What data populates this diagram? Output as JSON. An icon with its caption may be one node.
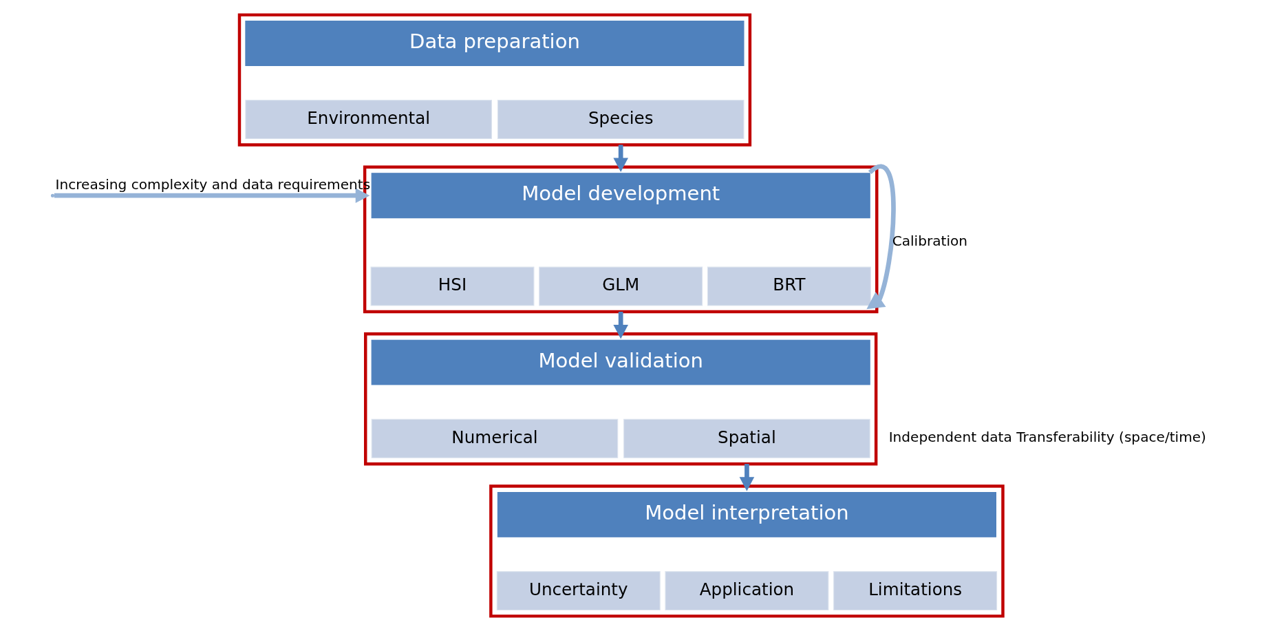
{
  "diagram": {
    "nodes": [
      {
        "text": [],
        "shape": "box"
      },
      {
        "text": [
          "Data preparation"
        ],
        "in": 0
      },
      {
        "text": [
          "Environmental"
        ],
        "in": 0
      },
      {
        "text": [
          "Species"
        ],
        "in": 0
      },
      {
        "text": [],
        "shape": "box"
      },
      {
        "text": [
          "Model development"
        ],
        "in": 4
      },
      {
        "text": [
          "HSI"
        ],
        "in": 4
      },
      {
        "text": [
          "GLM"
        ],
        "in": 4
      },
      {
        "text": [
          "BRT"
        ],
        "in": 4
      },
      {
        "text": [],
        "shape": "box"
      },
      {
        "text": [
          "Model validation"
        ],
        "in": 9
      },
      {
        "text": [
          "Numerical"
        ],
        "in": 9
      },
      {
        "text": [
          "Spatial"
        ],
        "in": 9
      },
      {
        "text": [],
        "shape": "box"
      },
      {
        "text": [
          "Model interpretation"
        ],
        "in": 13
      },
      {
        "text": [
          "Uncertainty"
        ],
        "in": 13
      },
      {
        "text": [
          "Application"
        ],
        "in": 13
      },
      {
        "text": [
          "Limitations"
        ],
        "in": 13
      }
    ],
    "edges": [
      {
        "from": 0,
        "to": 4,
        "arrow": "to"
      },
      {
        "from": 4,
        "to": 9,
        "arrow": "to"
      },
      {
        "from": 9,
        "to": 13,
        "arrow": "to"
      },
      {
        "from": 5,
        "to": 8,
        "arrow": "to",
        "label": "Calibration",
        "color": "#95b3d7"
      },
      {
        "from": null,
        "to": 4,
        "arrow": "to",
        "label": "Increasing complexity and data requirements",
        "color": "#95b3d7"
      }
    ],
    "labels": [
      "Independent data Transferability (space/time)"
    ]
  }
}
